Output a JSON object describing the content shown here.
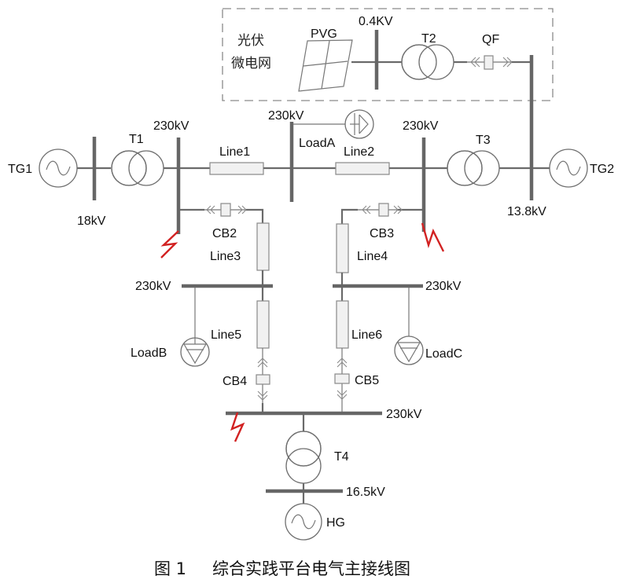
{
  "diagram": {
    "title": "综合实践平台电气主接线图",
    "caption": {
      "figure_number": "图 1",
      "text": "综合实践平台电气主接线图"
    },
    "microgrid": {
      "label_line1": "光伏",
      "label_line2": "微电网",
      "pv_label": "PVG",
      "bus_voltage": "0.4KV",
      "transformer_label": "T2",
      "breaker_label": "QF"
    },
    "generators": {
      "tg1": "TG1",
      "tg2": "TG2",
      "hg": "HG"
    },
    "transformers": {
      "t1": "T1",
      "t3": "T3",
      "t4": "T4"
    },
    "buses": {
      "tg1_bus": "18kV",
      "t1_hv_bus": "230kV",
      "center_bus": "230kV",
      "t3_hv_bus": "230kV",
      "tg2_bus": "13.8kV",
      "loadb_bus": "230kV",
      "loadc_bus": "230kV",
      "bottom_bus": "230kV",
      "hg_bus": "16.5kV"
    },
    "lines": {
      "line1": "Line1",
      "line2": "Line2",
      "line3": "Line3",
      "line4": "Line4",
      "line5": "Line5",
      "line6": "Line6"
    },
    "breakers": {
      "cb2": "CB2",
      "cb3": "CB3",
      "cb4": "CB4",
      "cb5": "CB5"
    },
    "loads": {
      "loada": "LoadA",
      "loadb": "LoadB",
      "loadc": "LoadC"
    },
    "colors": {
      "bus": "#666666",
      "wire": "#6a6a6a",
      "fault": "#d22222",
      "dashed_border": "#8a8a8a"
    },
    "fault_markers": 3
  }
}
